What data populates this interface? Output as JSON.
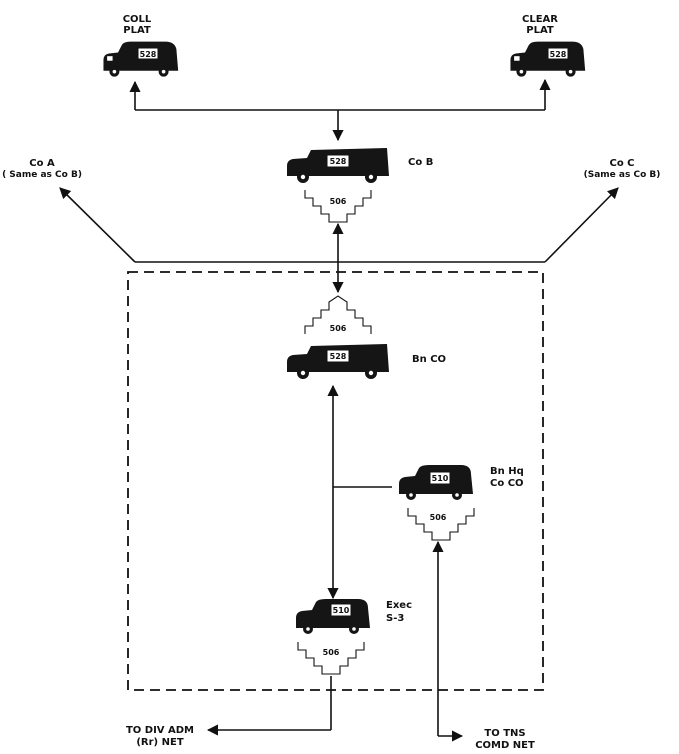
{
  "units": {
    "coll_plat": {
      "line1": "COLL",
      "line2": "PLAT",
      "radio": "528"
    },
    "clear_plat": {
      "line1": "CLEAR",
      "line2": "PLAT",
      "radio": "528"
    },
    "co_a": {
      "line1": "Co A",
      "line2": "( Same as Co B)"
    },
    "co_c": {
      "line1": "Co C",
      "line2": "(Same as Co B)"
    },
    "co_b": {
      "label": "Co B",
      "radio": "528",
      "antenna": "506"
    },
    "bn_co": {
      "label": "Bn CO",
      "radio": "528",
      "antenna": "506"
    },
    "bn_hq": {
      "line1": "Bn Hq",
      "line2": "Co CO",
      "radio": "510",
      "antenna": "506"
    },
    "exec": {
      "line1": "Exec",
      "line2": "S-3",
      "radio": "510",
      "antenna": "506"
    }
  },
  "outputs": {
    "div_adm": {
      "line1": "TO DIV ADM",
      "line2": "(Rr) NET"
    },
    "tns_comd": {
      "line1": "TO TNS",
      "line2": "COMD NET"
    }
  },
  "colors": {
    "ink": "#111111",
    "paper": "#ffffff"
  }
}
